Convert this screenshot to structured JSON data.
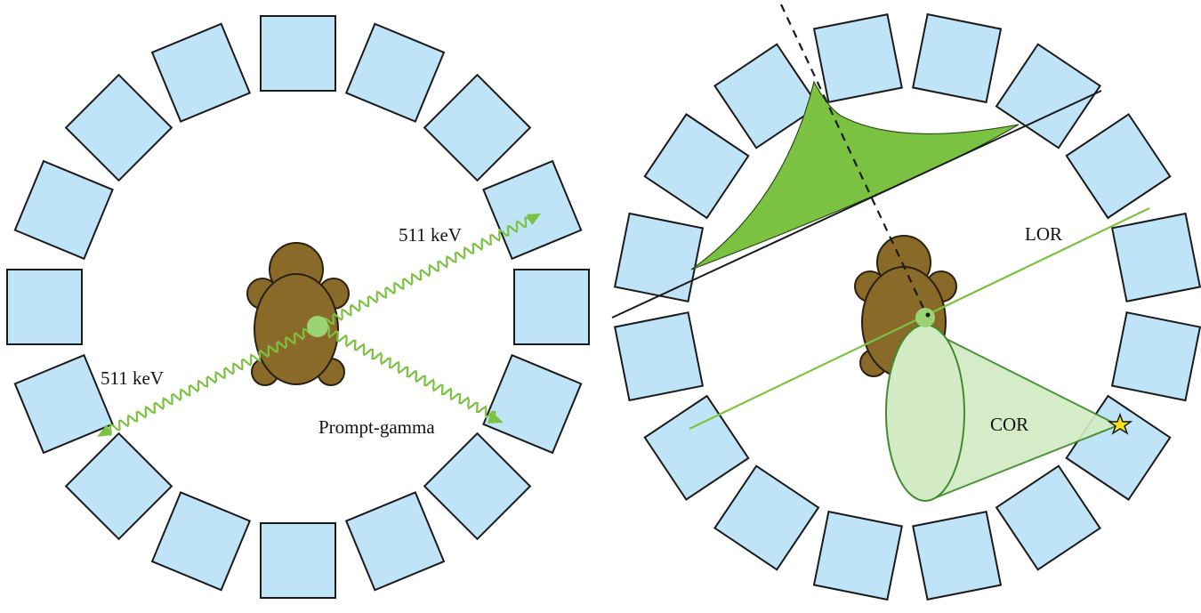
{
  "colors": {
    "detector_fill": "#bfe3f7",
    "detector_stroke": "#1a1a1a",
    "phantom_fill": "#8a6a28",
    "phantom_stroke": "#2a2010",
    "gamma_green": "#7cc242",
    "cone_fill": "#d3ebc4",
    "cone_stroke": "#3f8a2e",
    "source_green": "#9bd474",
    "shape_green": "#7cc242",
    "star_yellow": "#f6e21a"
  },
  "left_panel": {
    "labels": {
      "gamma_upper": "511 keV",
      "gamma_lower": "511 keV",
      "prompt": "Prompt-gamma"
    }
  },
  "right_panel": {
    "labels": {
      "lor": "LOR",
      "cor": "COR"
    }
  },
  "icons": {
    "phantom": "turtle-phantom-icon",
    "source": "emission-point-icon",
    "star": "star-icon"
  }
}
